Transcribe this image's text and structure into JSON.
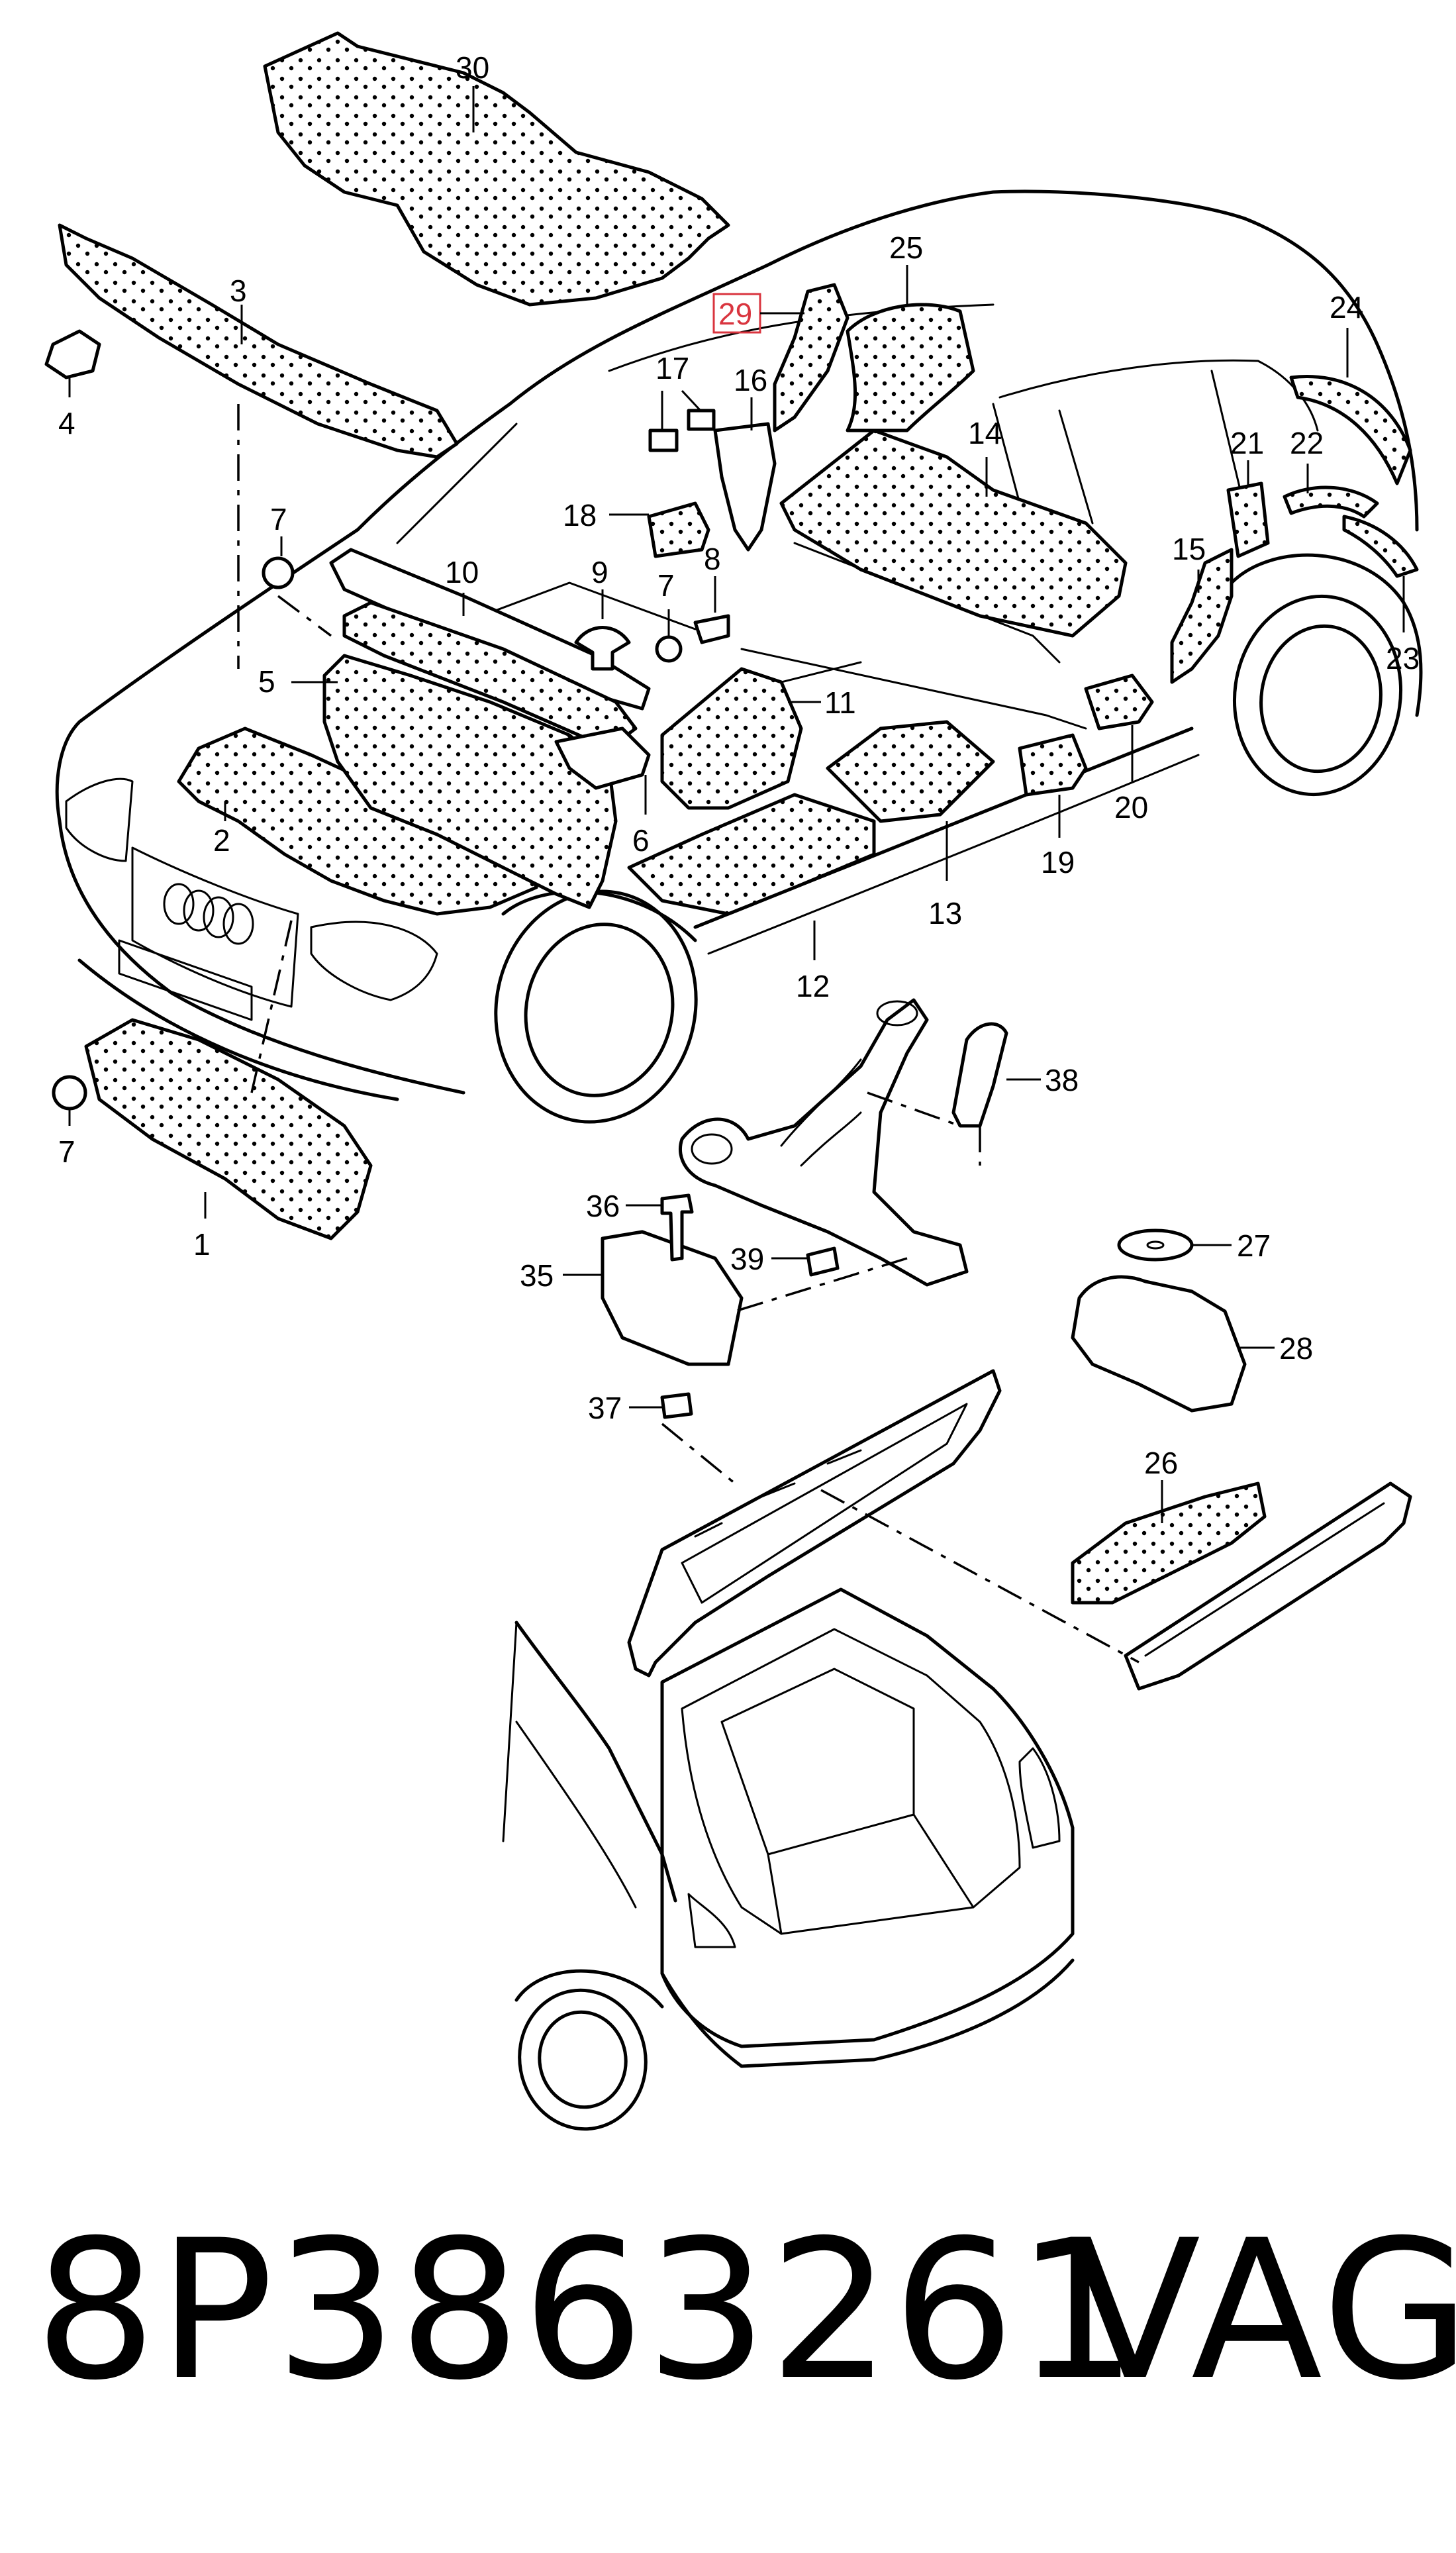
{
  "diagram": {
    "callouts": [
      "1",
      "2",
      "3",
      "4",
      "5",
      "6",
      "7",
      "8",
      "9",
      "10",
      "11",
      "12",
      "13",
      "14",
      "15",
      "16",
      "17",
      "18",
      "19",
      "20",
      "21",
      "22",
      "23",
      "24",
      "25",
      "26",
      "27",
      "28",
      "29",
      "30",
      "35",
      "36",
      "37",
      "38",
      "39"
    ],
    "highlighted_callout": "29",
    "colors": {
      "line": "#000000",
      "highlight": "#d9353f",
      "background": "#ffffff"
    }
  },
  "footer": {
    "part_number": "8P3863261",
    "brand": "VAG"
  }
}
